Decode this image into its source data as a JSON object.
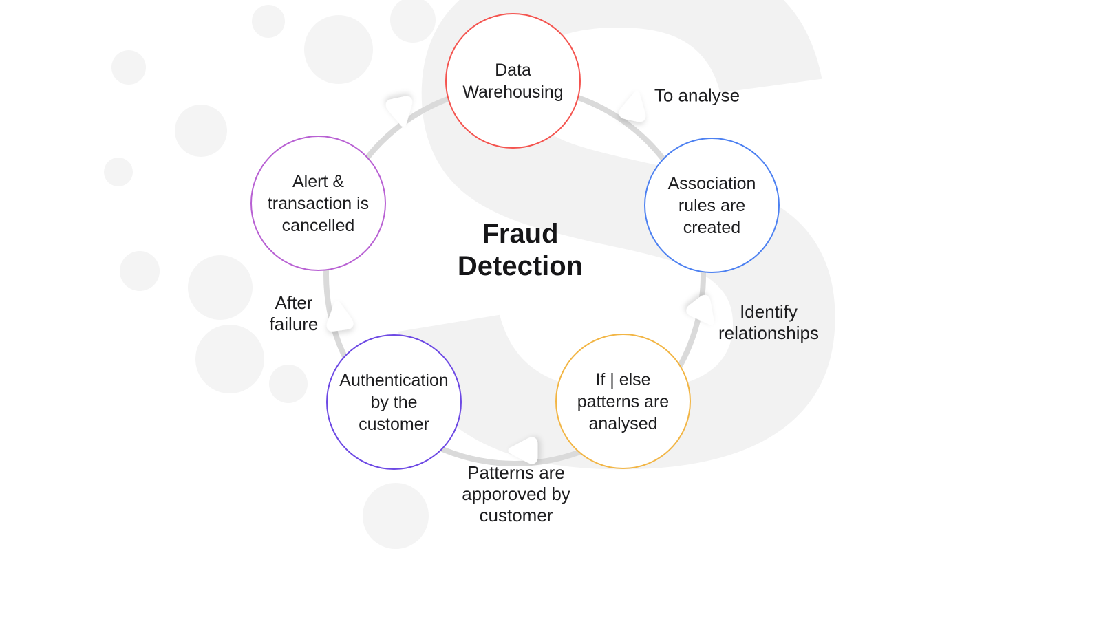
{
  "title": {
    "text": "Fraud\nDetection"
  },
  "watermark": {
    "letter": "S",
    "color": "#f2f2f2"
  },
  "ring": {
    "color": "#dadada",
    "arrow_color": "#ffffff"
  },
  "nodes": [
    {
      "label": "Data Warehousing",
      "color": "#f4544f"
    },
    {
      "label": "Association rules are created",
      "color": "#4c80f1"
    },
    {
      "label": "If | else patterns are analysed",
      "color": "#f2b544"
    },
    {
      "label": "Authentication by the customer",
      "color": "#6d49e4"
    },
    {
      "label": "Alert & transaction is cancelled",
      "color": "#b860d3"
    }
  ],
  "edge_labels": [
    {
      "label": "To analyse"
    },
    {
      "label": "Identify relationships"
    },
    {
      "label": "Patterns are apporoved by customer"
    },
    {
      "label": "After failure"
    }
  ]
}
